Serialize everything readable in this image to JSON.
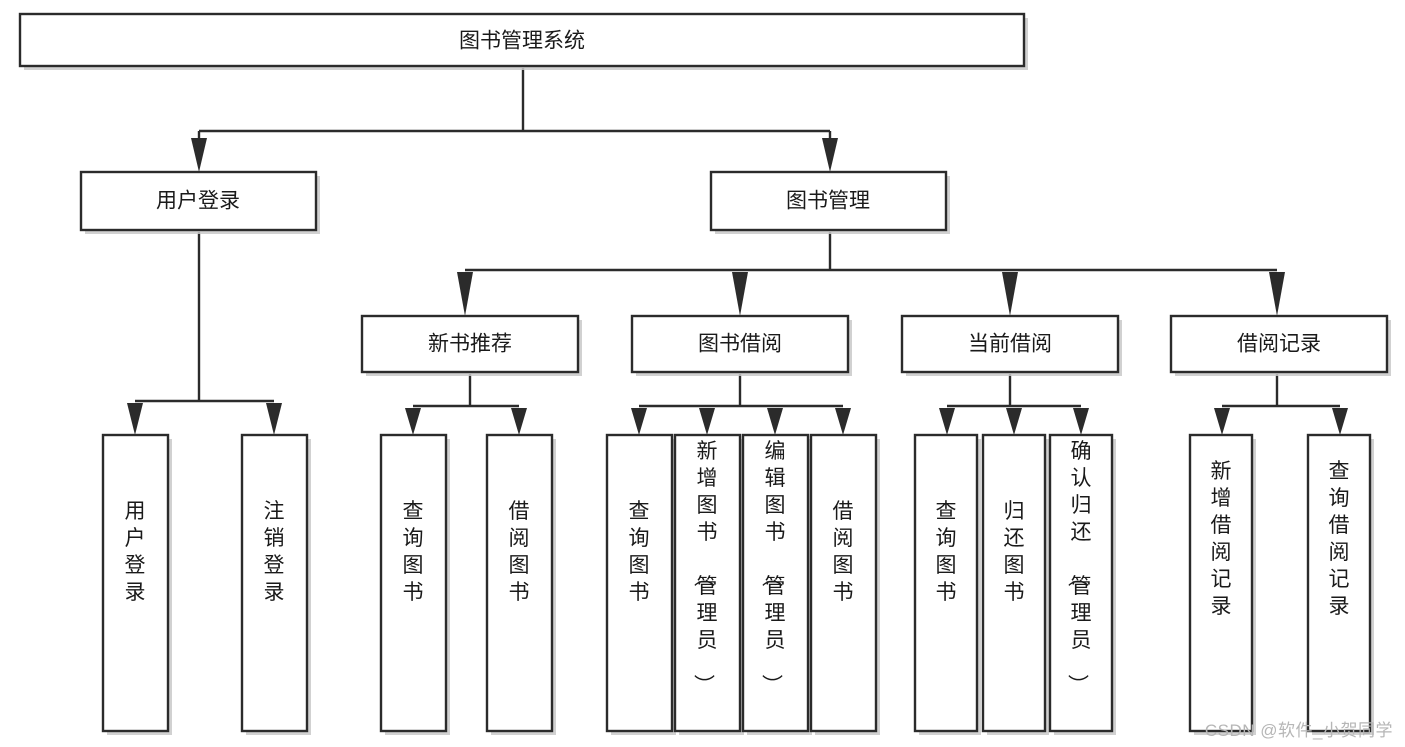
{
  "diagram": {
    "type": "tree-hierarchy",
    "title": "图书管理系统",
    "watermark": "CSDN @软件_小贺同学",
    "colors": {
      "background": "#ffffff",
      "box_stroke": "#2b2b2b",
      "box_fill": "#ffffff",
      "connector": "#2b2b2b",
      "shadow": "#c9c9c9",
      "text": "#1a1a1a",
      "watermark": "#b6b6b6"
    },
    "levels": {
      "root": {
        "label": "图书管理系统",
        "orientation": "horizontal"
      },
      "level2": [
        {
          "label": "用户登录",
          "orientation": "horizontal"
        },
        {
          "label": "图书管理",
          "orientation": "horizontal"
        }
      ],
      "level3": [
        {
          "label": "新书推荐",
          "orientation": "horizontal"
        },
        {
          "label": "图书借阅",
          "orientation": "horizontal"
        },
        {
          "label": "当前借阅",
          "orientation": "horizontal"
        },
        {
          "label": "借阅记录",
          "orientation": "horizontal"
        }
      ],
      "leaves": [
        {
          "label": "用户登录",
          "orientation": "vertical",
          "parent": "用户登录"
        },
        {
          "label": "注销登录",
          "orientation": "vertical",
          "parent": "用户登录"
        },
        {
          "label": "查询图书",
          "orientation": "vertical",
          "parent": "新书推荐"
        },
        {
          "label": "借阅图书",
          "orientation": "vertical",
          "parent": "新书推荐"
        },
        {
          "label": "查询图书",
          "orientation": "vertical",
          "parent": "图书借阅"
        },
        {
          "label": "新增图书（管理员）",
          "orientation": "vertical",
          "parent": "图书借阅"
        },
        {
          "label": "编辑图书（管理员）",
          "orientation": "vertical",
          "parent": "图书借阅"
        },
        {
          "label": "借阅图书",
          "orientation": "vertical",
          "parent": "图书借阅"
        },
        {
          "label": "查询图书",
          "orientation": "vertical",
          "parent": "当前借阅"
        },
        {
          "label": "归还图书",
          "orientation": "vertical",
          "parent": "当前借阅"
        },
        {
          "label": "确认归还（管理员）",
          "orientation": "vertical",
          "parent": "当前借阅"
        },
        {
          "label": "新增借阅记录",
          "orientation": "vertical",
          "parent": "借阅记录"
        },
        {
          "label": "查询借阅记录",
          "orientation": "vertical",
          "parent": "借阅记录"
        }
      ]
    }
  }
}
